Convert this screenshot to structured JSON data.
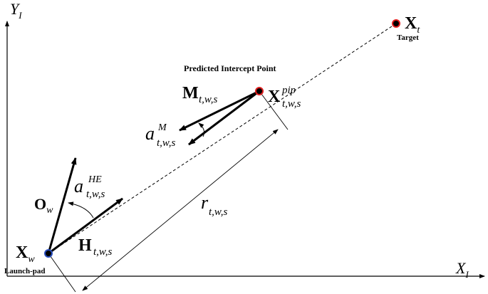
{
  "axes": {
    "y_label": "Y",
    "y_sub": "I",
    "x_label": "X",
    "x_sub": "I"
  },
  "points": {
    "target_symbol": "X",
    "target_sub": "t",
    "target_caption": "Target",
    "pip_caption": "Predicted Intercept Point",
    "pip_symbol": "X",
    "pip_sup": "pip",
    "pip_sub": "t,w,s",
    "launch_symbol": "X",
    "launch_sub": "w",
    "launch_caption": "Launch-pad"
  },
  "vectors": {
    "m_symbol": "M",
    "m_sub": "t,w,s",
    "aM_symbol": "a",
    "aM_sup": "M",
    "aM_sub": "t,w,s",
    "o_symbol": "O",
    "o_sub": "w",
    "aHE_symbol": "a",
    "aHE_sup": "HE",
    "aHE_sub": "t,w,s",
    "h_symbol": "H",
    "h_sub": "t,w,s",
    "r_symbol": "r",
    "r_sub": "t,w,s"
  },
  "colors": {
    "ink": "#000000",
    "target_ring": "#e02020",
    "launch_ring": "#2a4fbf"
  }
}
